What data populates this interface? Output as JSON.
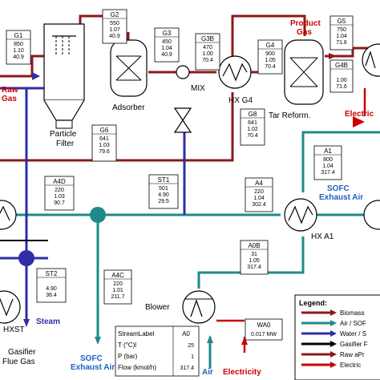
{
  "labels": {
    "raw_gas": "Raw\nGas",
    "particle_filter": "Particle\nFilter",
    "adsorber": "Adsorber",
    "mix": "MIX",
    "hx_g4": "HX G4",
    "tar_reform": "Tar Reform.",
    "product_gas": "Product\nGas",
    "electricity_top": "Electric",
    "sofc_exhaust_air_right": "SOFC\nExhaust Air",
    "hx_a1": "HX A1",
    "steam": "Steam",
    "hxst": "HXST",
    "gasifier_flue_gas": "Gasifier\nFlue Gas",
    "sofc_exhaust_air_bottom": "SOFC\nExhaust Air",
    "blower": "Blower",
    "air": "Air",
    "electricity_bottom": "Electricity"
  },
  "streams": {
    "G1": {
      "label": "G1",
      "values": [
        "850",
        "1.10",
        "40.9"
      ]
    },
    "G2": {
      "label": "G2",
      "values": [
        "550",
        "1.07",
        "40.9"
      ]
    },
    "G3": {
      "label": "G3",
      "values": [
        "450",
        "1.04",
        "40.9"
      ]
    },
    "G3B": {
      "label": "G3B",
      "values": [
        "470",
        "1.00",
        "70.4"
      ]
    },
    "G4": {
      "label": "G4",
      "values": [
        "900",
        "1.05",
        "70.4"
      ]
    },
    "G5": {
      "label": "G5",
      "values": [
        "750",
        "1.04",
        "71.6"
      ]
    },
    "G4B": {
      "label": "G4B",
      "values": [
        "",
        "1.00",
        "71.6"
      ]
    },
    "G6": {
      "label": "G6",
      "values": [
        "641",
        "1.03",
        "79.6"
      ]
    },
    "G8": {
      "label": "G8",
      "values": [
        "641",
        "1.02",
        "70.4"
      ]
    },
    "A4D": {
      "label": "A4D",
      "values": [
        "220",
        "1.03",
        "90.7"
      ]
    },
    "ST1": {
      "label": "ST1",
      "values": [
        "501",
        "4.90",
        "29.5"
      ]
    },
    "A4": {
      "label": "A4",
      "values": [
        "220",
        "1.04",
        "302.4"
      ]
    },
    "A1": {
      "label": "A1",
      "values": [
        "800",
        "1.04",
        "317.4"
      ]
    },
    "A0B": {
      "label": "A0B",
      "values": [
        "31",
        "1.05",
        "317.4"
      ]
    },
    "ST2": {
      "label": "ST2",
      "values": [
        "",
        "4.90",
        "36.4"
      ]
    },
    "A4C": {
      "label": "A4C",
      "values": [
        "220",
        "1.01",
        "211.7"
      ]
    },
    "WA0": {
      "label": "WA0",
      "values": [
        "0.017 MW"
      ]
    },
    "legend_box": {
      "label": "A0",
      "rows": [
        "StreamLabel",
        "T (°C)l",
        "P (bar)",
        "Flow (kmol/h)"
      ],
      "values": [
        "",
        "25",
        "1",
        "317.4"
      ]
    }
  },
  "legend": {
    "title": "Legend:",
    "items": [
      {
        "label": "Biomass",
        "color": "#8b1a1a"
      },
      {
        "label": "Air / SOF",
        "color": "#1f8a8a"
      },
      {
        "label": "Water / S",
        "color": "#2e2ea8"
      },
      {
        "label": "Gasifier F",
        "color": "#000000"
      },
      {
        "label": "Raw aPr",
        "color": "#8b1a1a"
      },
      {
        "label": "Electric",
        "color": "#cc0000"
      }
    ]
  },
  "colors": {
    "biomass": "#8b1a1a",
    "air": "#1f8a8a",
    "water": "#2e2ea8",
    "flue": "#000000",
    "electric": "#cc0000",
    "label_red": "#cc0000",
    "label_blue": "#2060c0"
  }
}
